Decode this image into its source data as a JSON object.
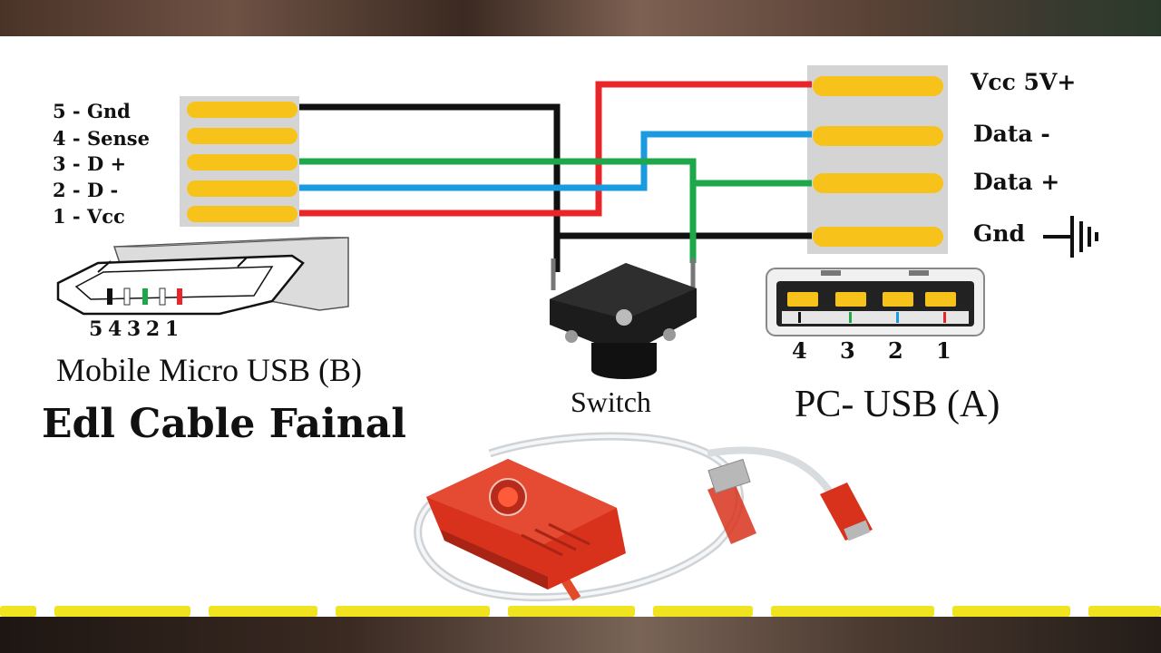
{
  "micro_usb": {
    "pins": [
      "5 - Gnd",
      "4 - Sense",
      "3 - D +",
      "2 - D -",
      "1 - Vcc"
    ],
    "pin_numbers": "5 4 3 2 1",
    "caption": "Mobile Micro USB (B)"
  },
  "pc_usb": {
    "pins": [
      "Vcc 5V+",
      "Data -",
      "Data +",
      "Gnd"
    ],
    "pin_numbers": [
      "4",
      "3",
      "2",
      "1"
    ],
    "caption": "PC- USB (A)"
  },
  "switch": {
    "label": "Switch"
  },
  "title": "Edl Cable Fainal",
  "colors": {
    "gnd_wire": "#111111",
    "data_plus_wire": "#1ea84a",
    "data_minus_wire": "#1a9be0",
    "vcc_wire": "#e8262a",
    "pin_contact": "#f7c21a",
    "connector_body": "#d4d4d4",
    "cable_box": "#d8321c",
    "subtitle_text": "#f0e420"
  }
}
